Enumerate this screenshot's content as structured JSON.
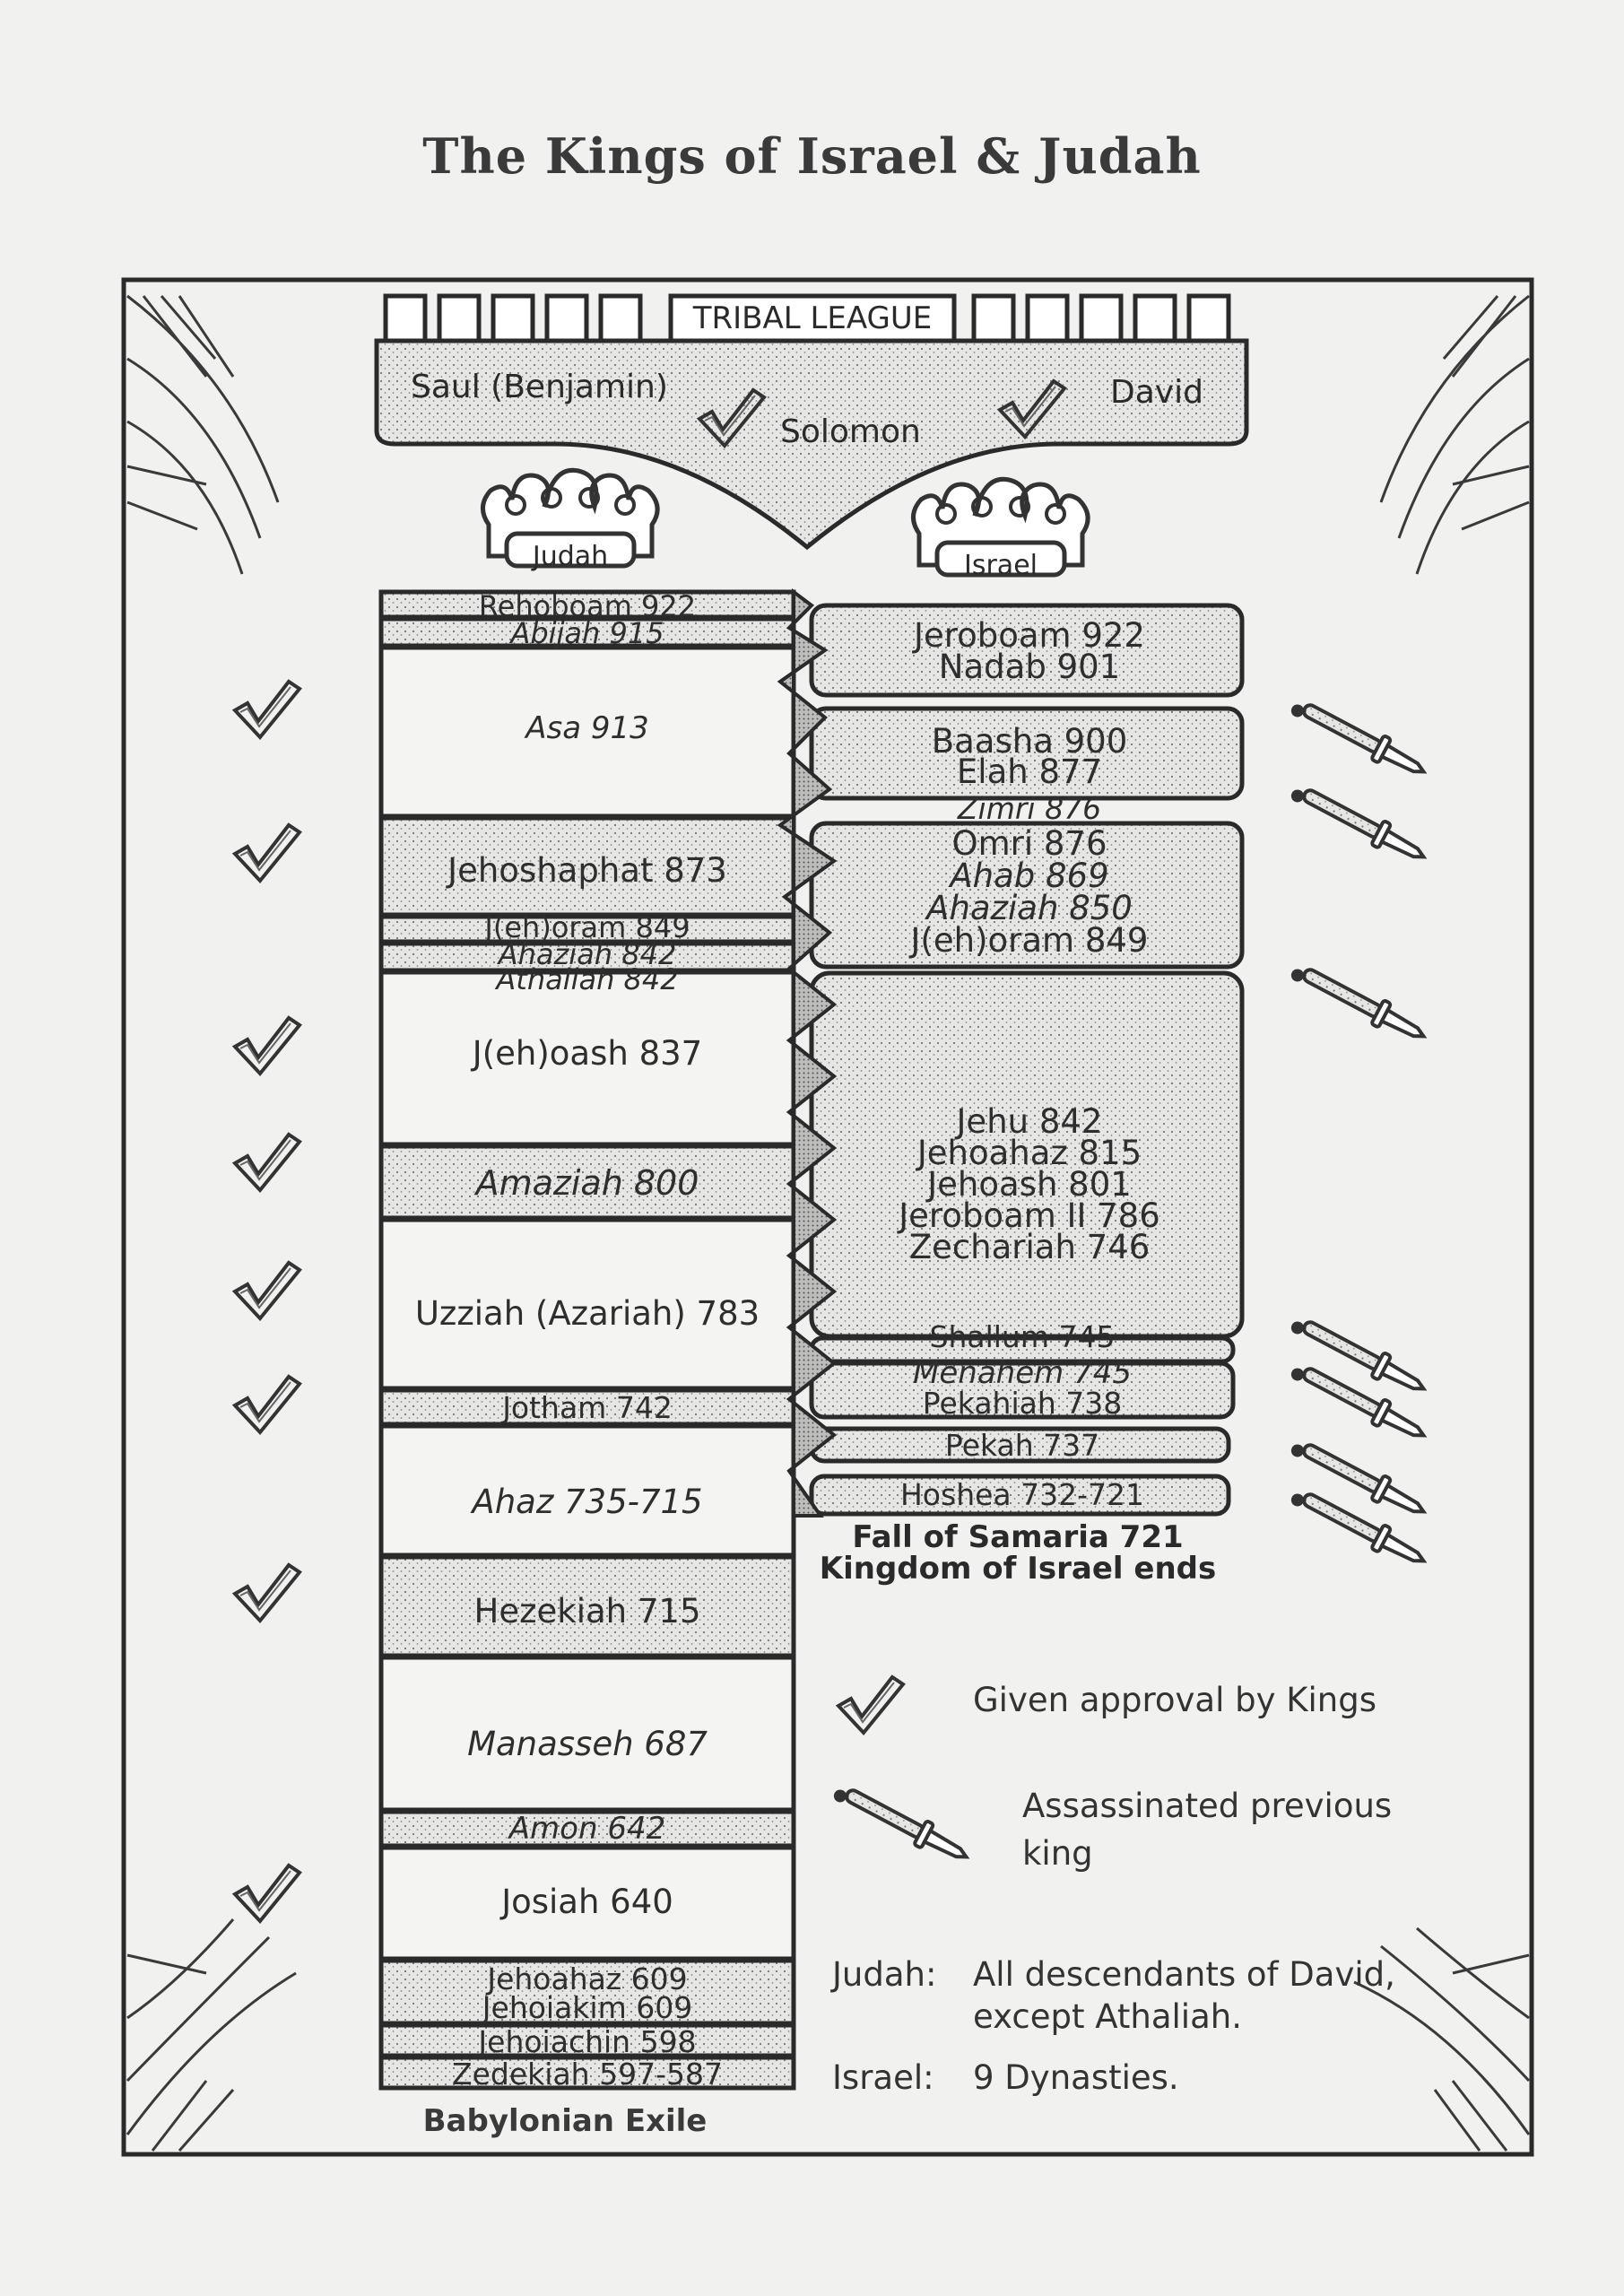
{
  "title": "The Kings of Israel & Judah",
  "header": {
    "tribal_league": "TRIBAL LEAGUE",
    "saul": "Saul (Benjamin)",
    "david": "David",
    "solomon": "Solomon"
  },
  "crowns": {
    "judah": "Judah",
    "israel": "Israel"
  },
  "judah_kings": [
    "Rehoboam 922",
    "Abijah 915",
    "Asa 913",
    "Jehoshaphat 873",
    "J(eh)oram 849",
    "Ahaziah 842",
    "Athaliah 842",
    "J(eh)oash 837",
    "Amaziah 800",
    "Uzziah (Azariah) 783",
    "Jotham 742",
    "Ahaz 735-715",
    "Hezekiah 715",
    "Manasseh 687",
    "Amon 642",
    "Josiah 640",
    "Jehoahaz 609",
    "Jehoiakim 609",
    "Jehoiachin 598",
    "Zedekiah 597-587"
  ],
  "judah_end": "Babylonian Exile",
  "israel_kings": [
    "Jeroboam 922",
    "Nadab 901",
    "Baasha 900",
    "Elah 877",
    "Zimri 876",
    "Omri 876",
    "Ahab 869",
    "Ahaziah 850",
    "J(eh)oram 849",
    "Jehu 842",
    "Jehoahaz 815",
    "Jehoash 801",
    "Jeroboam II 786",
    "Zechariah 746",
    "Shallum 745",
    "Menahem 745",
    "Pekahiah 738",
    "Pekah 737",
    "Hoshea 732-721"
  ],
  "israel_end": {
    "line1": "Fall of Samaria 721",
    "line2": "Kingdom of Israel ends"
  },
  "legend": {
    "approval": "Given approval by Kings",
    "assassinated_line1": "Assassinated previous",
    "assassinated_line2": "king",
    "judah_label": "Judah:",
    "judah_note_line1": "All descendants of David,",
    "judah_note_line2": "except Athaliah.",
    "israel_label": "Israel:",
    "israel_note": "9 Dynasties."
  },
  "icons": {
    "approval": "checkmark-icon",
    "assassination": "dagger-icon",
    "crown": "crown-icon",
    "palm": "palm-frond-icon"
  },
  "colors": {
    "ink": "#2a2a2a",
    "paper": "#f1f1ef",
    "stipple": "#9a9a9a"
  }
}
